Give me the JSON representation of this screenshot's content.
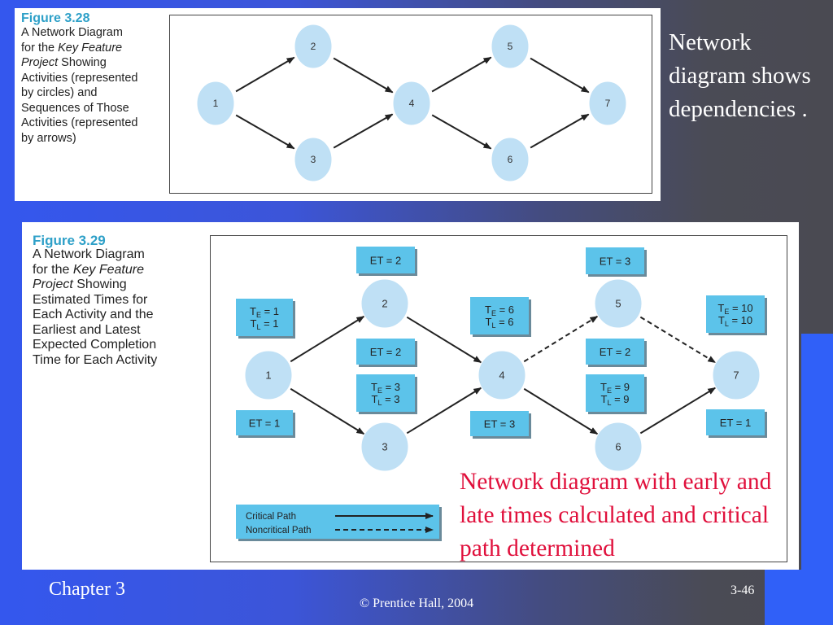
{
  "colors": {
    "node_fill": "#bfe0f5",
    "box_fill": "#5cc3ea",
    "caption_title": "#2ea0c8",
    "highlight_text": "#e0103c"
  },
  "figure1": {
    "title": "Figure 3.28",
    "caption_lines": [
      [
        {
          "t": "A Network Diagram"
        }
      ],
      [
        {
          "t": "for the "
        },
        {
          "t": "Key Feature",
          "i": true
        }
      ],
      [
        {
          "t": "Project",
          "i": true
        },
        {
          "t": " Showing"
        }
      ],
      [
        {
          "t": "Activities (represented"
        }
      ],
      [
        {
          "t": "by circles) and"
        }
      ],
      [
        {
          "t": "Sequences of Those"
        }
      ],
      [
        {
          "t": "Activities (represented"
        }
      ],
      [
        {
          "t": "by arrows)"
        }
      ]
    ],
    "nodes": [
      "1",
      "2",
      "3",
      "4",
      "5",
      "6",
      "7"
    ],
    "edges": [
      [
        "1",
        "2"
      ],
      [
        "1",
        "3"
      ],
      [
        "2",
        "4"
      ],
      [
        "3",
        "4"
      ],
      [
        "4",
        "5"
      ],
      [
        "4",
        "6"
      ],
      [
        "5",
        "7"
      ],
      [
        "6",
        "7"
      ]
    ]
  },
  "figure2": {
    "title": "Figure 3.29",
    "caption_lines": [
      [
        {
          "t": "A Network Diagram"
        }
      ],
      [
        {
          "t": "for the "
        },
        {
          "t": "Key Feature",
          "i": true
        }
      ],
      [
        {
          "t": "Project",
          "i": true
        },
        {
          "t": " Showing"
        }
      ],
      [
        {
          "t": "Estimated Times for"
        }
      ],
      [
        {
          "t": "Each Activity and the"
        }
      ],
      [
        {
          "t": "Earliest and Latest"
        }
      ],
      [
        {
          "t": "Expected Completion"
        }
      ],
      [
        {
          "t": "Time for Each Activity"
        }
      ]
    ],
    "nodes": [
      {
        "id": "1",
        "et": "ET = 1",
        "te": "1",
        "tl": "1"
      },
      {
        "id": "2",
        "et": "ET = 2",
        "te": "3",
        "tl": "3"
      },
      {
        "id": "3",
        "et": "ET = 2",
        "te": "3",
        "tl": "3"
      },
      {
        "id": "4",
        "et": "ET = 3",
        "te": "6",
        "tl": "6"
      },
      {
        "id": "5",
        "et": "ET = 3",
        "te": "9",
        "tl": "9"
      },
      {
        "id": "6",
        "et": "ET = 2",
        "te": "9",
        "tl": "9"
      },
      {
        "id": "7",
        "et": "ET = 1",
        "te": "10",
        "tl": "10"
      }
    ],
    "boxes": [
      {
        "kind": "et",
        "text": "ET = 2"
      },
      {
        "kind": "tt",
        "te": "1",
        "tl": "1"
      },
      {
        "kind": "et",
        "text": "ET = 2"
      },
      {
        "kind": "tt",
        "te": "3",
        "tl": "3"
      },
      {
        "kind": "et",
        "text": "ET = 1"
      },
      {
        "kind": "tt",
        "te": "6",
        "tl": "6"
      },
      {
        "kind": "et",
        "text": "ET = 3"
      },
      {
        "kind": "et",
        "text": "ET = 3"
      },
      {
        "kind": "et",
        "text": "ET = 2"
      },
      {
        "kind": "tt",
        "te": "9",
        "tl": "9"
      },
      {
        "kind": "tt",
        "te": "10",
        "tl": "10"
      },
      {
        "kind": "et",
        "text": "ET = 1"
      }
    ],
    "edges": [
      {
        "from": "1",
        "to": "2",
        "critical": true
      },
      {
        "from": "1",
        "to": "3",
        "critical": true
      },
      {
        "from": "2",
        "to": "4",
        "critical": true
      },
      {
        "from": "3",
        "to": "4",
        "critical": true
      },
      {
        "from": "4",
        "to": "5",
        "critical": false
      },
      {
        "from": "4",
        "to": "6",
        "critical": true
      },
      {
        "from": "5",
        "to": "7",
        "critical": false
      },
      {
        "from": "6",
        "to": "7",
        "critical": true
      }
    ],
    "legend": {
      "critical": "Critical Path",
      "noncritical": "Noncritical Path"
    }
  },
  "side_text": "Network diagram shows dependencies .",
  "highlight_text": "Network diagram with early and late times calculated and critical path determined",
  "footer": {
    "chapter": "Chapter 3",
    "copyright": "© Prentice Hall, 2004",
    "slide_number": "3-46"
  }
}
